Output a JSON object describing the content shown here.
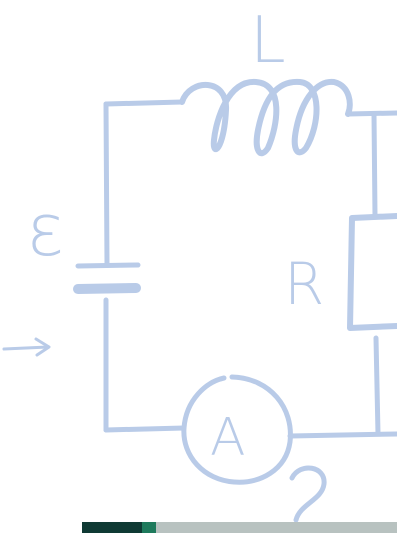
{
  "colors": {
    "ink": "#b9cbe8",
    "background": "#ffffff",
    "photo_strip_dark": "#0f3a34",
    "photo_strip_green": "#1e7a5c",
    "photo_strip_light": "#b8c2c0"
  },
  "labels": {
    "inductor": "L",
    "resistor": "R",
    "emf": "ε",
    "ammeter": "A",
    "question": "?"
  },
  "icons": {
    "arrow": "right-arrow-icon"
  }
}
